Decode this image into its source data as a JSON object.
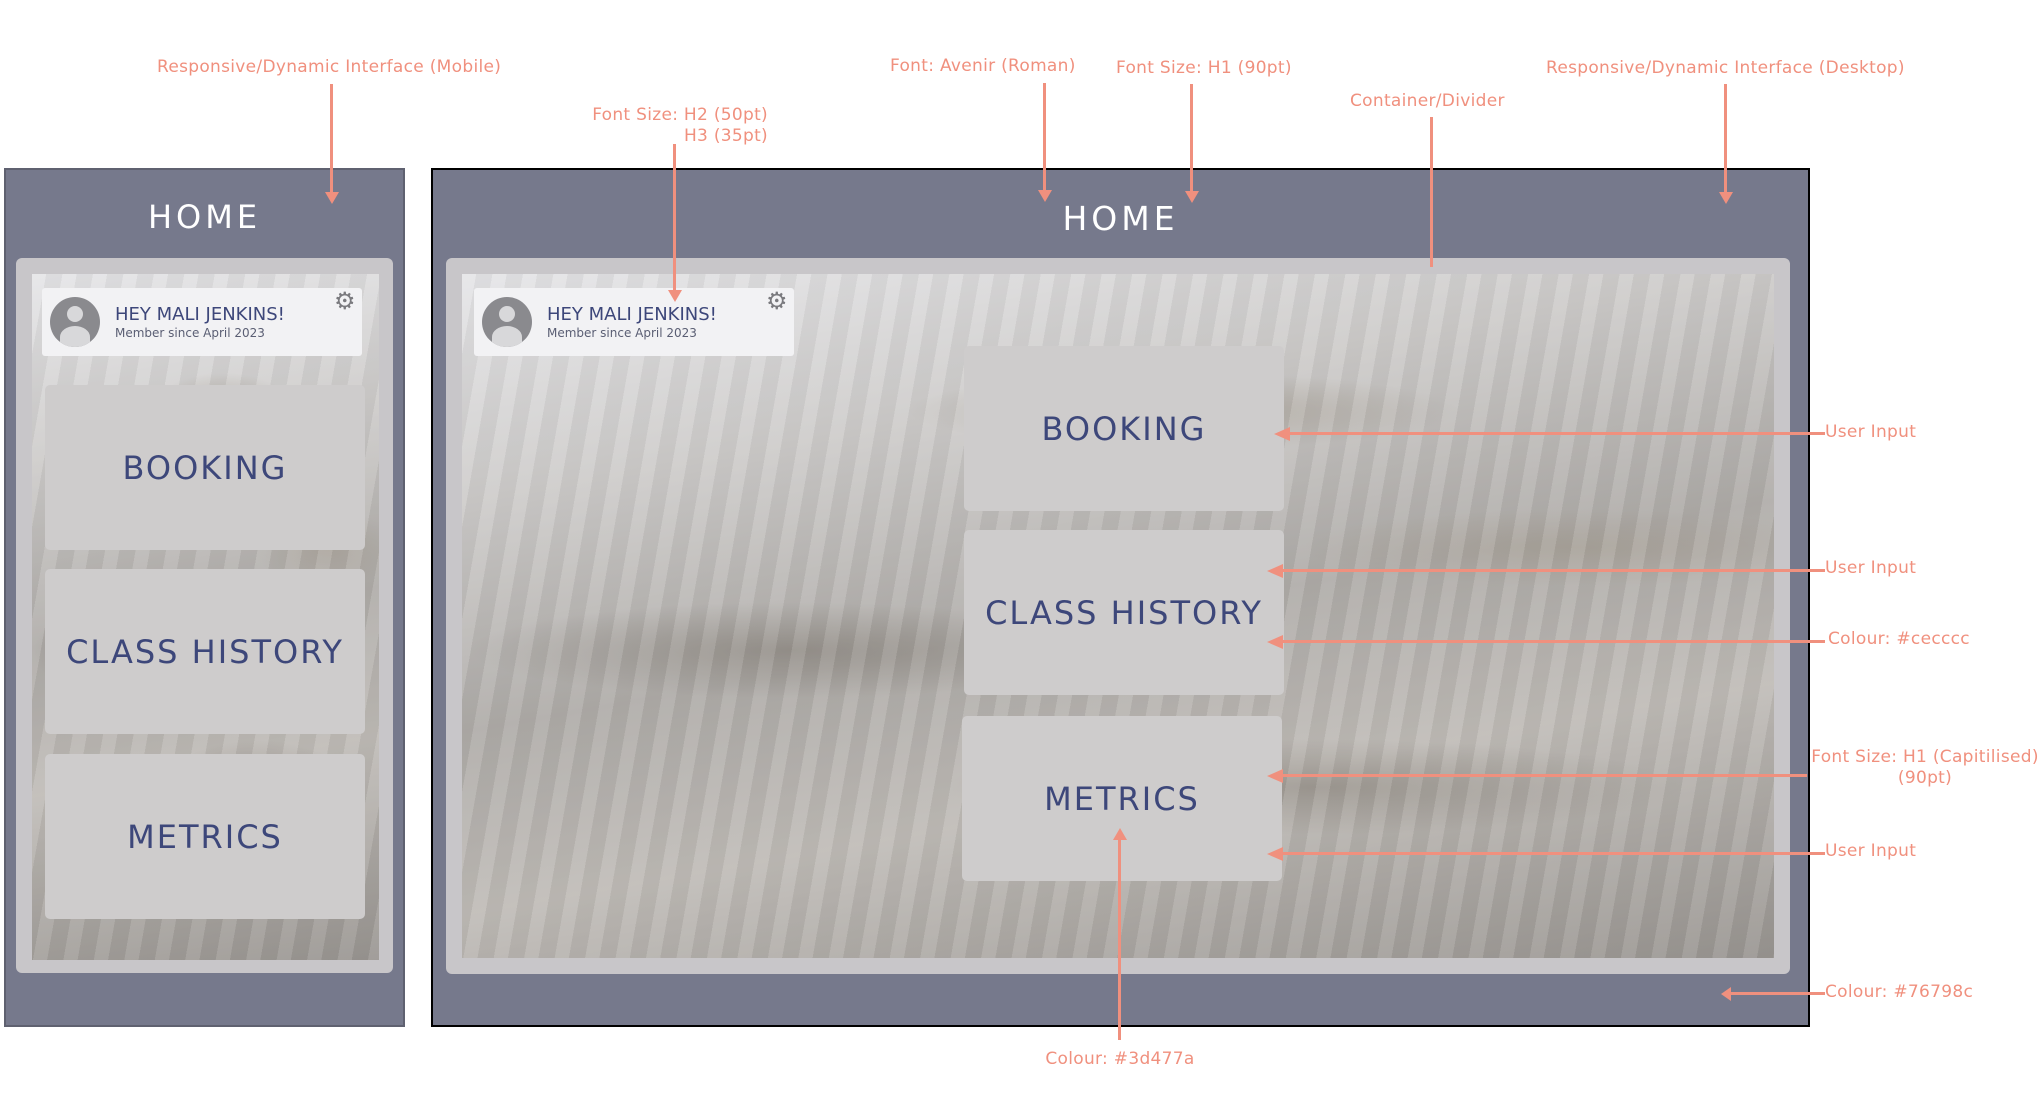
{
  "colors": {
    "frame": "#76798c",
    "tile": "#cecccc",
    "text_primary": "#3d477a",
    "annotation": "#f0907e"
  },
  "app": {
    "title": "HOME",
    "profile": {
      "greeting": "HEY MALI JENKINS!",
      "member_since": "Member since April 2023",
      "avatar_icon": "user-avatar-icon",
      "settings_icon": "gear-icon"
    },
    "tiles": [
      "BOOKING",
      "CLASS HISTORY",
      "METRICS"
    ]
  },
  "annotations": {
    "mobile_interface": "Responsive/Dynamic Interface (Mobile)",
    "font_family": "Font: Avenir (Roman)",
    "font_size_h1": "Font Size: H1 (90pt)",
    "desktop_interface": "Responsive/Dynamic Interface (Desktop)",
    "container_divider": "Container/Divider",
    "font_size_h2": "Font Size: H2 (50pt)",
    "font_size_h3": "H3 (35pt)",
    "user_input_1": "User Input",
    "user_input_2": "User Input",
    "colour_tile": "Colour: #cecccc",
    "font_size_h1_caps": "Font Size: H1 (Capitilised)",
    "font_size_h1_caps_pt": "(90pt)",
    "user_input_3": "User Input",
    "colour_frame": "Colour: #76798c",
    "colour_text": "Colour: #3d477a"
  }
}
